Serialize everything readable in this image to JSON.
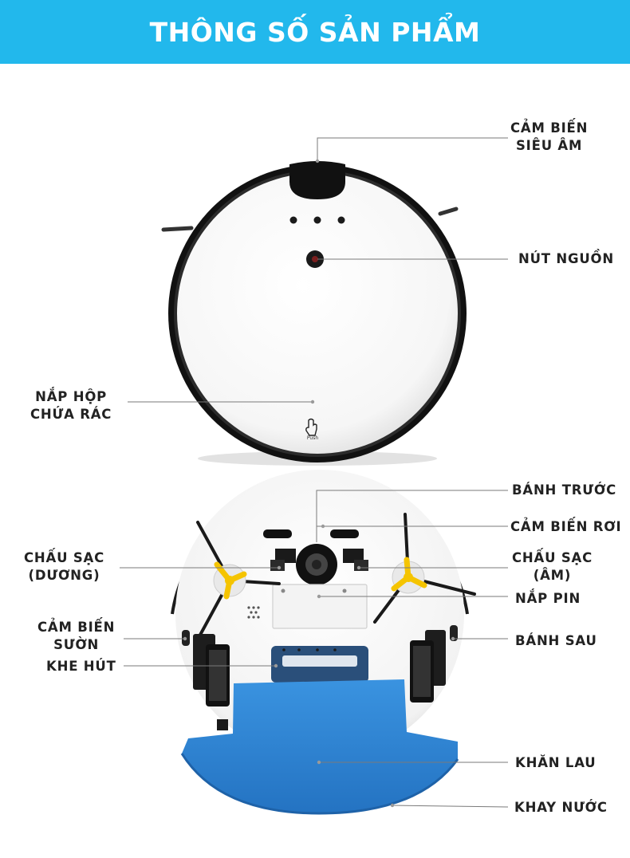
{
  "header": {
    "title": "THÔNG SỐ SẢN PHẨM",
    "background": "#22b8ec"
  },
  "top_view": {
    "labels": {
      "ultrasonic_sensor": [
        "CẢM BIẾN",
        "SIÊU ÂM"
      ],
      "power_button": "NÚT NGUỒN",
      "dustbin_cover": [
        "NẮP HỘP",
        "CHỨA RÁC"
      ]
    },
    "push_text": "Push"
  },
  "bottom_view": {
    "labels": {
      "front_wheel": "BÁNH TRƯỚC",
      "cliff_sensor": "CẢM BIẾN RƠI",
      "charge_positive": [
        "CHẤU SẠC",
        "(DƯƠNG)"
      ],
      "charge_negative": [
        "CHẤU SẠC",
        "(ÂM)"
      ],
      "battery_cover": "NẮP PIN",
      "side_sensor": [
        "CẢM BIẾN",
        "SƯỜN"
      ],
      "rear_wheel": "BÁNH SAU",
      "suction_slot": "KHE HÚT",
      "mop_cloth": "KHĂN LAU",
      "water_tank": "KHAY NƯỚC"
    }
  },
  "colors": {
    "brush": "#f5c400",
    "mop": "#2e86d6",
    "label": "#222222"
  }
}
